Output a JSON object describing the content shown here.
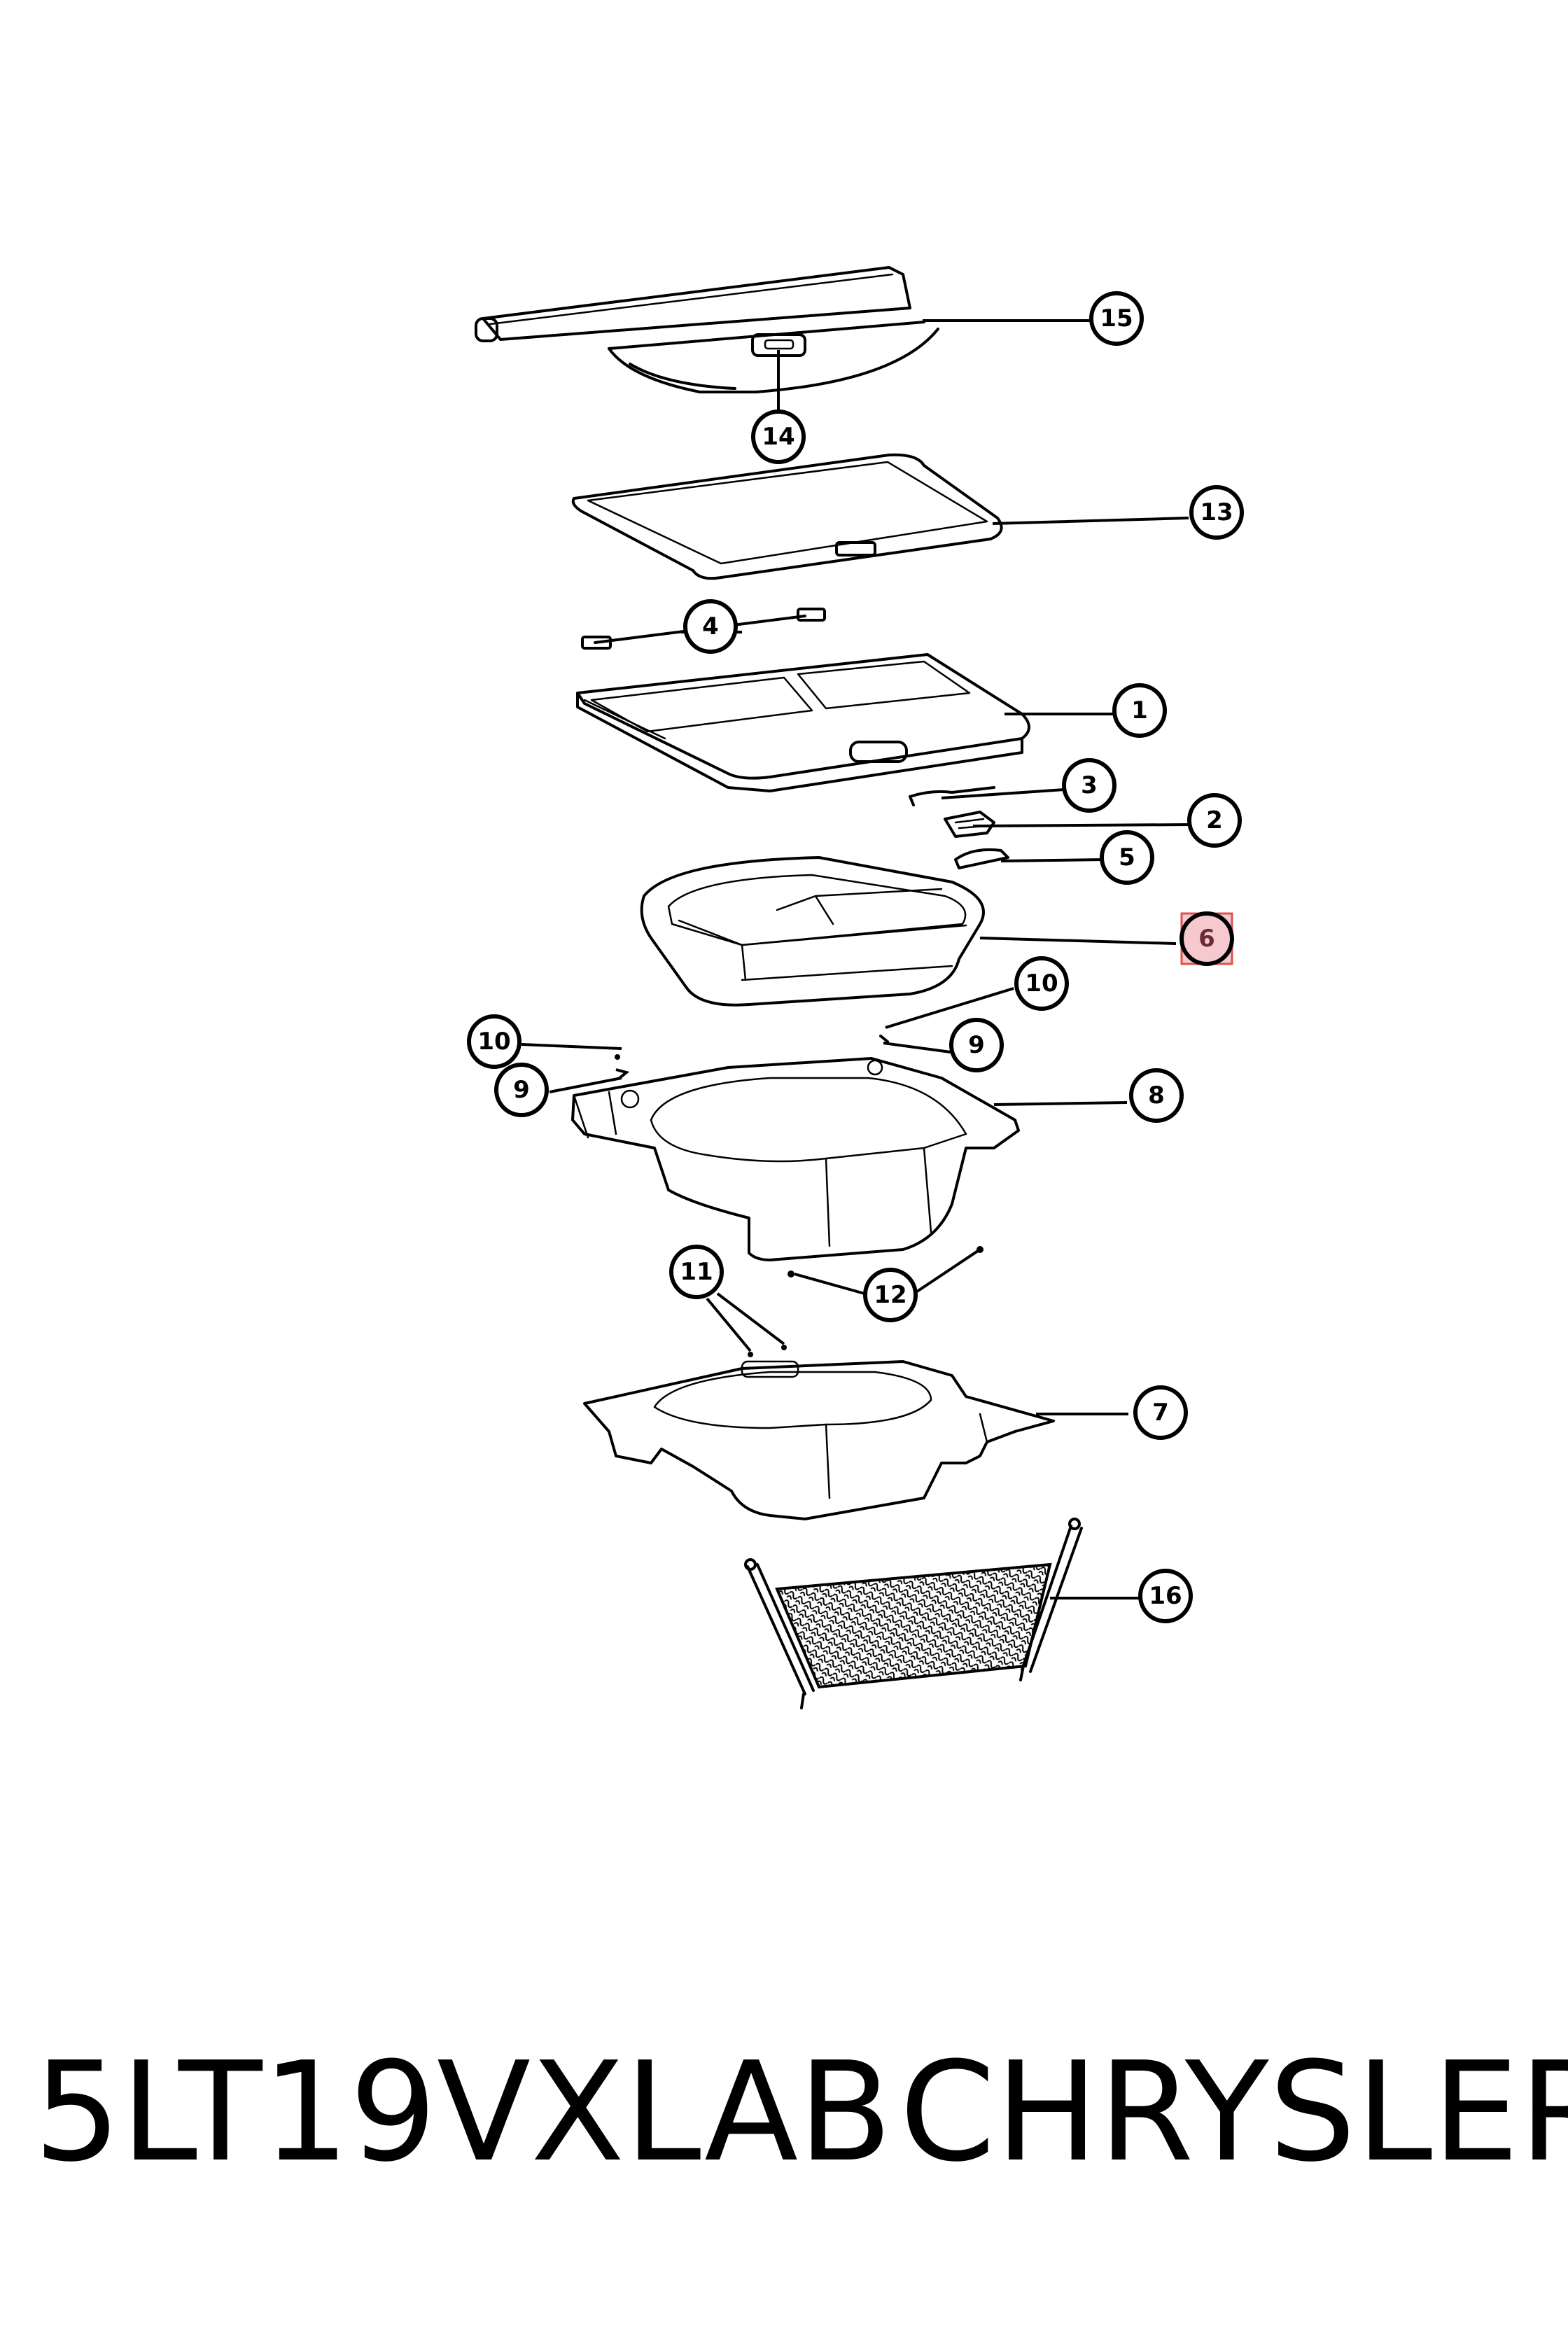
{
  "diagram": {
    "callouts": [
      {
        "id": "1",
        "label": "1"
      },
      {
        "id": "2",
        "label": "2"
      },
      {
        "id": "3",
        "label": "3"
      },
      {
        "id": "4",
        "label": "4"
      },
      {
        "id": "5",
        "label": "5"
      },
      {
        "id": "6",
        "label": "6",
        "highlighted": true
      },
      {
        "id": "7",
        "label": "7"
      },
      {
        "id": "8",
        "label": "8"
      },
      {
        "id": "9a",
        "label": "9"
      },
      {
        "id": "9b",
        "label": "9"
      },
      {
        "id": "10a",
        "label": "10"
      },
      {
        "id": "10b",
        "label": "10"
      },
      {
        "id": "11",
        "label": "11"
      },
      {
        "id": "12",
        "label": "12"
      },
      {
        "id": "13",
        "label": "13"
      },
      {
        "id": "14",
        "label": "14"
      },
      {
        "id": "15",
        "label": "15"
      },
      {
        "id": "16",
        "label": "16"
      }
    ],
    "highlight_color": "#f6c9cf"
  },
  "footer": {
    "part_code": "5LT19VXLAB",
    "brand": "CHRYSLER"
  }
}
